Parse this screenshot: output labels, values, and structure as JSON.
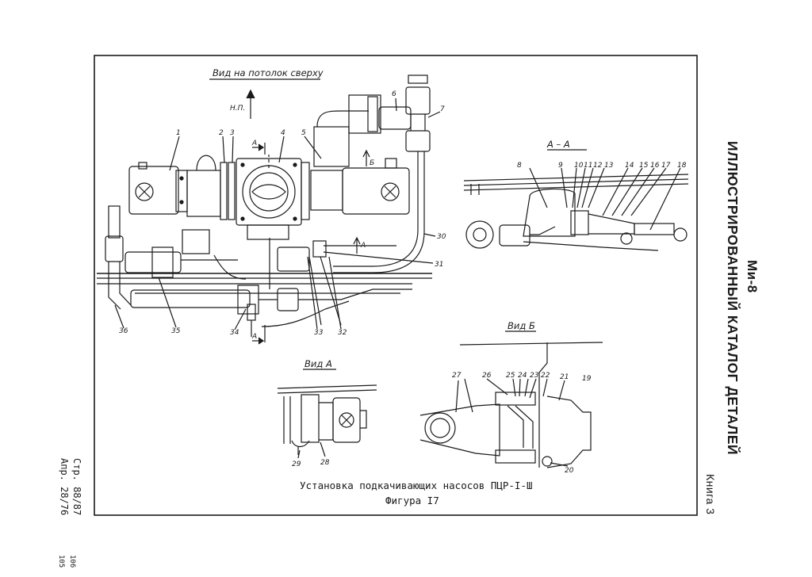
{
  "margin": {
    "aircraft": "Ми-8",
    "catalog": "ИЛЛЮСТРИРОВАННЫЙ КАТАЛОГ ДЕТАЛЕЙ",
    "book": "Книга 3",
    "page": "Стр. 88/87",
    "date": "Апр. 28/76",
    "sheet_a": "106",
    "sheet_b": "105"
  },
  "caption": {
    "line1": "Установка подкачивающих насосов ПЦР-I-Ш",
    "line2": "Фигура I7"
  },
  "views": {
    "top": "Вид на потолок сверху",
    "section": "А – А",
    "view_b": "Вид Б",
    "view_a": "Вид А"
  },
  "marks": {
    "np": "Н.П.",
    "a": "А",
    "b": "Б"
  },
  "callouts": {
    "top": [
      "1",
      "2",
      "3",
      "4",
      "5",
      "6",
      "7",
      "30",
      "31",
      "32",
      "33",
      "34",
      "35",
      "36"
    ],
    "section": [
      "8",
      "9",
      "10",
      "11",
      "12",
      "13",
      "14",
      "15",
      "16",
      "17",
      "18"
    ],
    "view_b": [
      "19",
      "20",
      "21",
      "22",
      "23",
      "24",
      "25",
      "26",
      "27"
    ],
    "view_a": [
      "28",
      "29"
    ]
  },
  "colors": {
    "ink": "#1a1a1a",
    "paper": "#ffffff"
  }
}
